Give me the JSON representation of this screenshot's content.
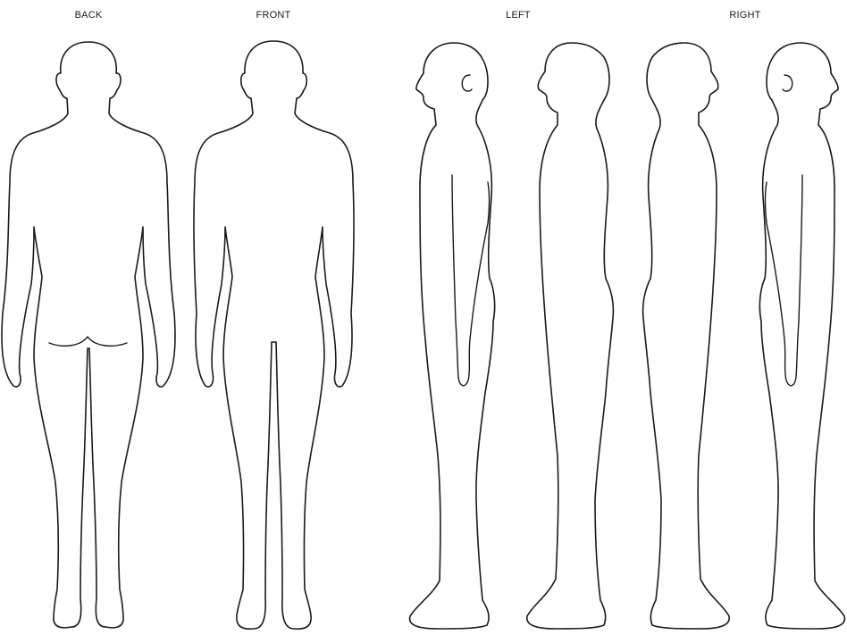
{
  "views": {
    "back": "BACK",
    "front": "FRONT",
    "left": "LEFT",
    "right": "RIGHT"
  },
  "colors": {
    "outline": "#1a1a1a",
    "background": "#ffffff"
  }
}
